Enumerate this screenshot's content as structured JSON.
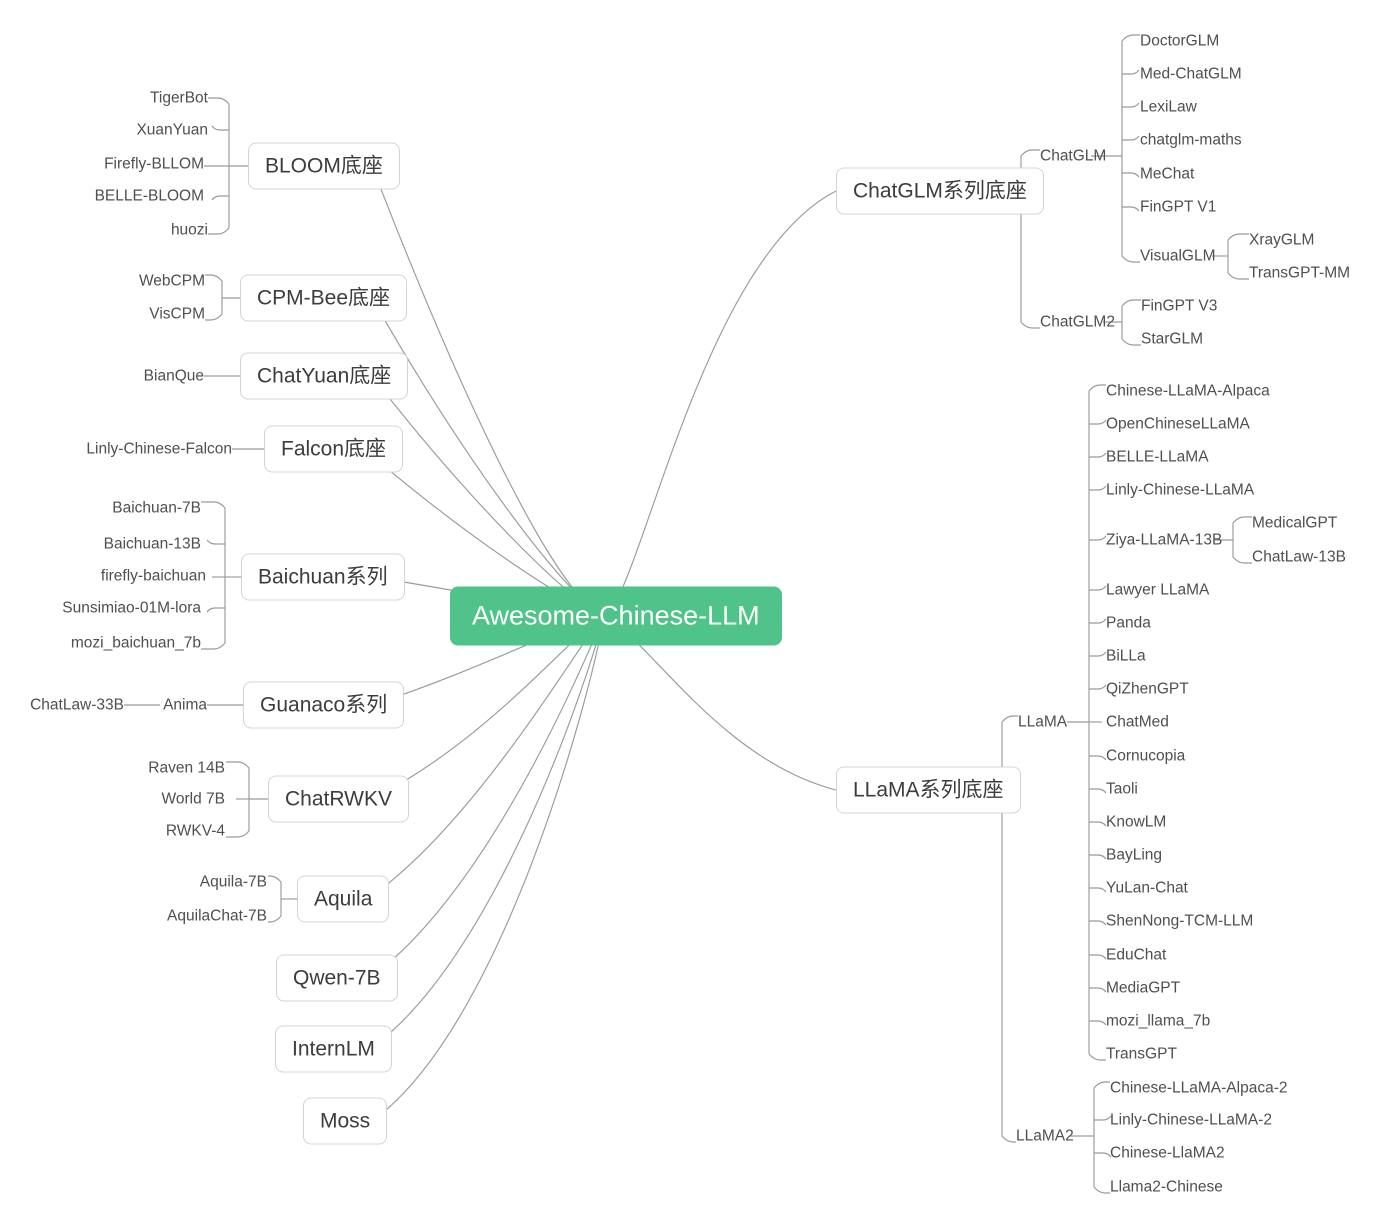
{
  "diagram": {
    "type": "mindmap",
    "root": {
      "label": "Awesome-Chinese-LLM",
      "color": "#4fc38a",
      "text_color": "#ffffff"
    },
    "style": {
      "box_border": "#d4d4d4",
      "link_color": "#999999",
      "text_color": "#4f4f4f",
      "background": "#ffffff"
    }
  },
  "left_branches": [
    {
      "label": "BLOOM底座",
      "children": [
        "TigerBot",
        "XuanYuan",
        "Firefly-BLLOM",
        "BELLE-BLOOM",
        "huozi"
      ]
    },
    {
      "label": "CPM-Bee底座",
      "children": [
        "WebCPM",
        "VisCPM"
      ]
    },
    {
      "label": "ChatYuan底座",
      "children": [
        "BianQue"
      ]
    },
    {
      "label": "Falcon底座",
      "children": [
        "Linly-Chinese-Falcon"
      ]
    },
    {
      "label": "Baichuan系列",
      "children": [
        "Baichuan-7B",
        "Baichuan-13B",
        "firefly-baichuan",
        "Sunsimiao-01M-lora",
        "mozi_baichuan_7b"
      ]
    },
    {
      "label": "Guanaco系列",
      "children": [
        "Anima"
      ],
      "grandchildren": [
        "ChatLaw-33B"
      ]
    },
    {
      "label": "ChatRWKV",
      "children": [
        "Raven 14B",
        "World 7B",
        "RWKV-4"
      ]
    },
    {
      "label": "Aquila",
      "children": [
        "Aquila-7B",
        "AquilaChat-7B"
      ]
    },
    {
      "label": "Qwen-7B",
      "children": []
    },
    {
      "label": "InternLM",
      "children": []
    },
    {
      "label": "Moss",
      "children": []
    }
  ],
  "right_branches": [
    {
      "label": "ChatGLM系列底座",
      "groups": [
        {
          "label": "ChatGLM",
          "items": [
            "DoctorGLM",
            "Med-ChatGLM",
            "LexiLaw",
            "chatglm-maths",
            "MeChat",
            "FinGPT V1",
            "VisualGLM"
          ],
          "sub": {
            "parent": "VisualGLM",
            "items": [
              "XrayGLM",
              "TransGPT-MM"
            ]
          }
        },
        {
          "label": "ChatGLM2",
          "items": [
            "FinGPT V3",
            "StarGLM"
          ]
        }
      ]
    },
    {
      "label": "LLaMA系列底座",
      "groups": [
        {
          "label": "LLaMA",
          "items": [
            "Chinese-LLaMA-Alpaca",
            "OpenChineseLLaMA",
            "BELLE-LLaMA",
            "Linly-Chinese-LLaMA",
            "Ziya-LLaMA-13B",
            "Lawyer LLaMA",
            "Panda",
            "BiLLa",
            "QiZhenGPT",
            "ChatMed",
            "Cornucopia",
            "Taoli",
            "KnowLM",
            "BayLing",
            "YuLan-Chat",
            "ShenNong-TCM-LLM",
            "EduChat",
            "MediaGPT",
            "mozi_llama_7b",
            "TransGPT"
          ],
          "sub": {
            "parent": "Ziya-LLaMA-13B",
            "items": [
              "MedicalGPT",
              "ChatLaw-13B"
            ]
          }
        },
        {
          "label": "LLaMA2",
          "items": [
            "Chinese-LLaMA-Alpaca-2",
            "Linly-Chinese-LLaMA-2",
            "Chinese-LlaMA2",
            "Llama2-Chinese"
          ]
        }
      ]
    }
  ],
  "labels": {
    "l_bloom": "BLOOM底座",
    "l_cpm": "CPM-Bee底座",
    "l_chatyuan": "ChatYuan底座",
    "l_falcon": "Falcon底座",
    "l_baichuan": "Baichuan系列",
    "l_guanaco": "Guanaco系列",
    "l_chatrwkv": "ChatRWKV",
    "l_aquila": "Aquila",
    "l_qwen": "Qwen-7B",
    "l_internlm": "InternLM",
    "l_moss": "Moss",
    "r_chatglm_root": "ChatGLM系列底座",
    "r_llama_root": "LLaMA系列底座",
    "r_chatglm": "ChatGLM",
    "r_chatglm2": "ChatGLM2",
    "r_llama": "LLaMA",
    "r_llama2": "LLaMA2"
  }
}
